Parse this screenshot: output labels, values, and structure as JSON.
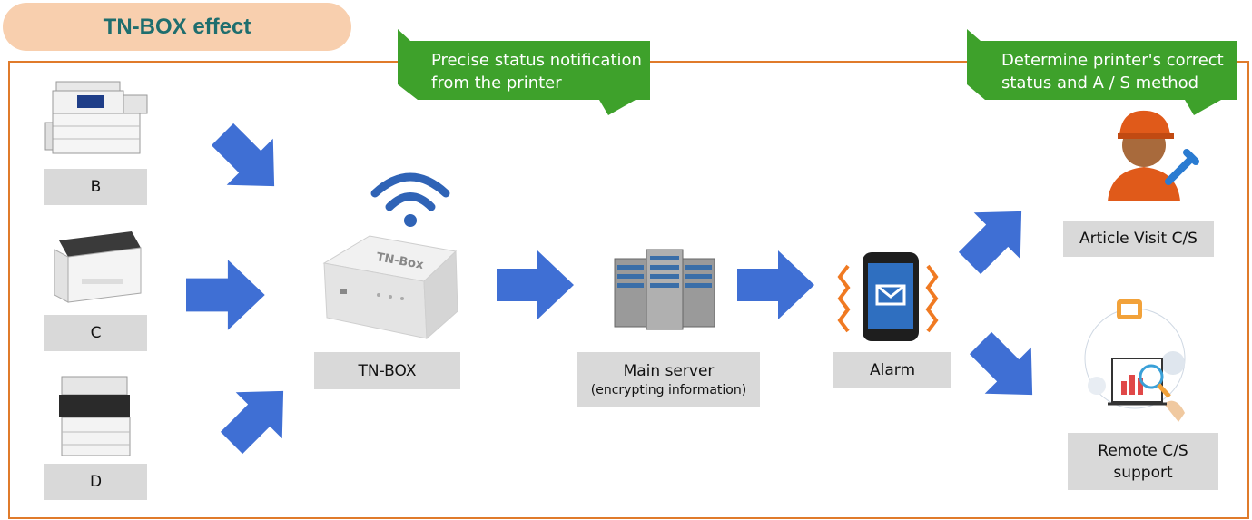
{
  "title": "TN-BOX effect",
  "banners": {
    "left": {
      "line1": "Precise status notification",
      "line2": "from the printer"
    },
    "right": {
      "line1": "Determine printer's correct",
      "line2": "status and A / S method"
    }
  },
  "devices": {
    "b": "B",
    "c": "C",
    "d": "D"
  },
  "nodes": {
    "tnbox": "TN-BOX",
    "tnbox_device_text": "TN-Box",
    "server": "Main server",
    "server_sub": "(encrypting information)",
    "alarm": "Alarm",
    "article_visit": "Article Visit C/S",
    "remote_line1": "Remote C/S",
    "remote_line2": "support"
  },
  "colors": {
    "title_pill": "#f8cfae",
    "title_text": "#1f6e6e",
    "frame": "#e07b2b",
    "banner": "#3ea12b",
    "arrow": "#3f6fd4",
    "label_bg": "#d9d9d9",
    "wifi": "#2f63b6",
    "alarm_zigzag": "#f07a22"
  }
}
